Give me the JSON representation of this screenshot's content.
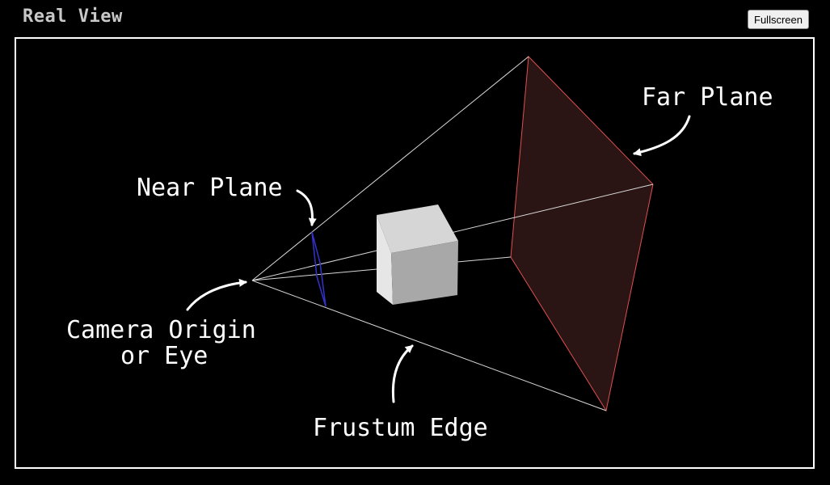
{
  "header": {
    "title": "Real View",
    "fullscreen_label": "Fullscreen"
  },
  "labels": {
    "far_plane": "Far Plane",
    "near_plane": "Near Plane",
    "camera_origin_line1": "Camera Origin",
    "camera_origin_line2": "or Eye",
    "frustum_edge": "Frustum Edge"
  },
  "colors": {
    "far_plane_fill": "#2a1414",
    "far_plane_stroke": "#e05050",
    "near_plane_stroke": "#3333cc",
    "frustum_stroke": "#d8d8d8",
    "cube_top": "#d6d6d6",
    "cube_left": "#e6e6e6",
    "cube_right": "#a8a8a8"
  }
}
